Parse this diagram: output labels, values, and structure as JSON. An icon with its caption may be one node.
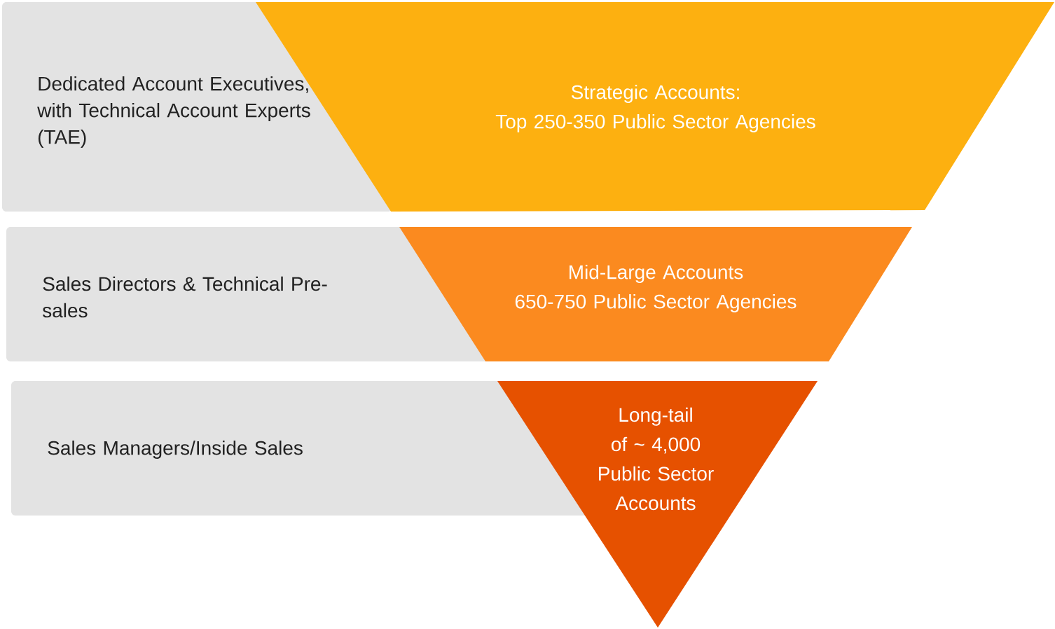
{
  "diagram": {
    "nodes": [
      {
        "text": [
          "Dedicated Account Executives, with Technical Account Experts (TAE)"
        ]
      },
      {
        "text": [
          "Strategic Accounts:",
          "Top 250-350 Public Sector Agencies"
        ]
      },
      {
        "text": [
          "Sales Directors & Technical Pre-sales"
        ]
      },
      {
        "text": [
          "Mid-Large Accounts",
          "650-750 Public Sector Agencies"
        ]
      },
      {
        "text": [
          "Sales Managers/Inside Sales"
        ]
      },
      {
        "text": [
          "Long-tail of ~ 4,000 Public Sector Accounts"
        ]
      }
    ]
  }
}
